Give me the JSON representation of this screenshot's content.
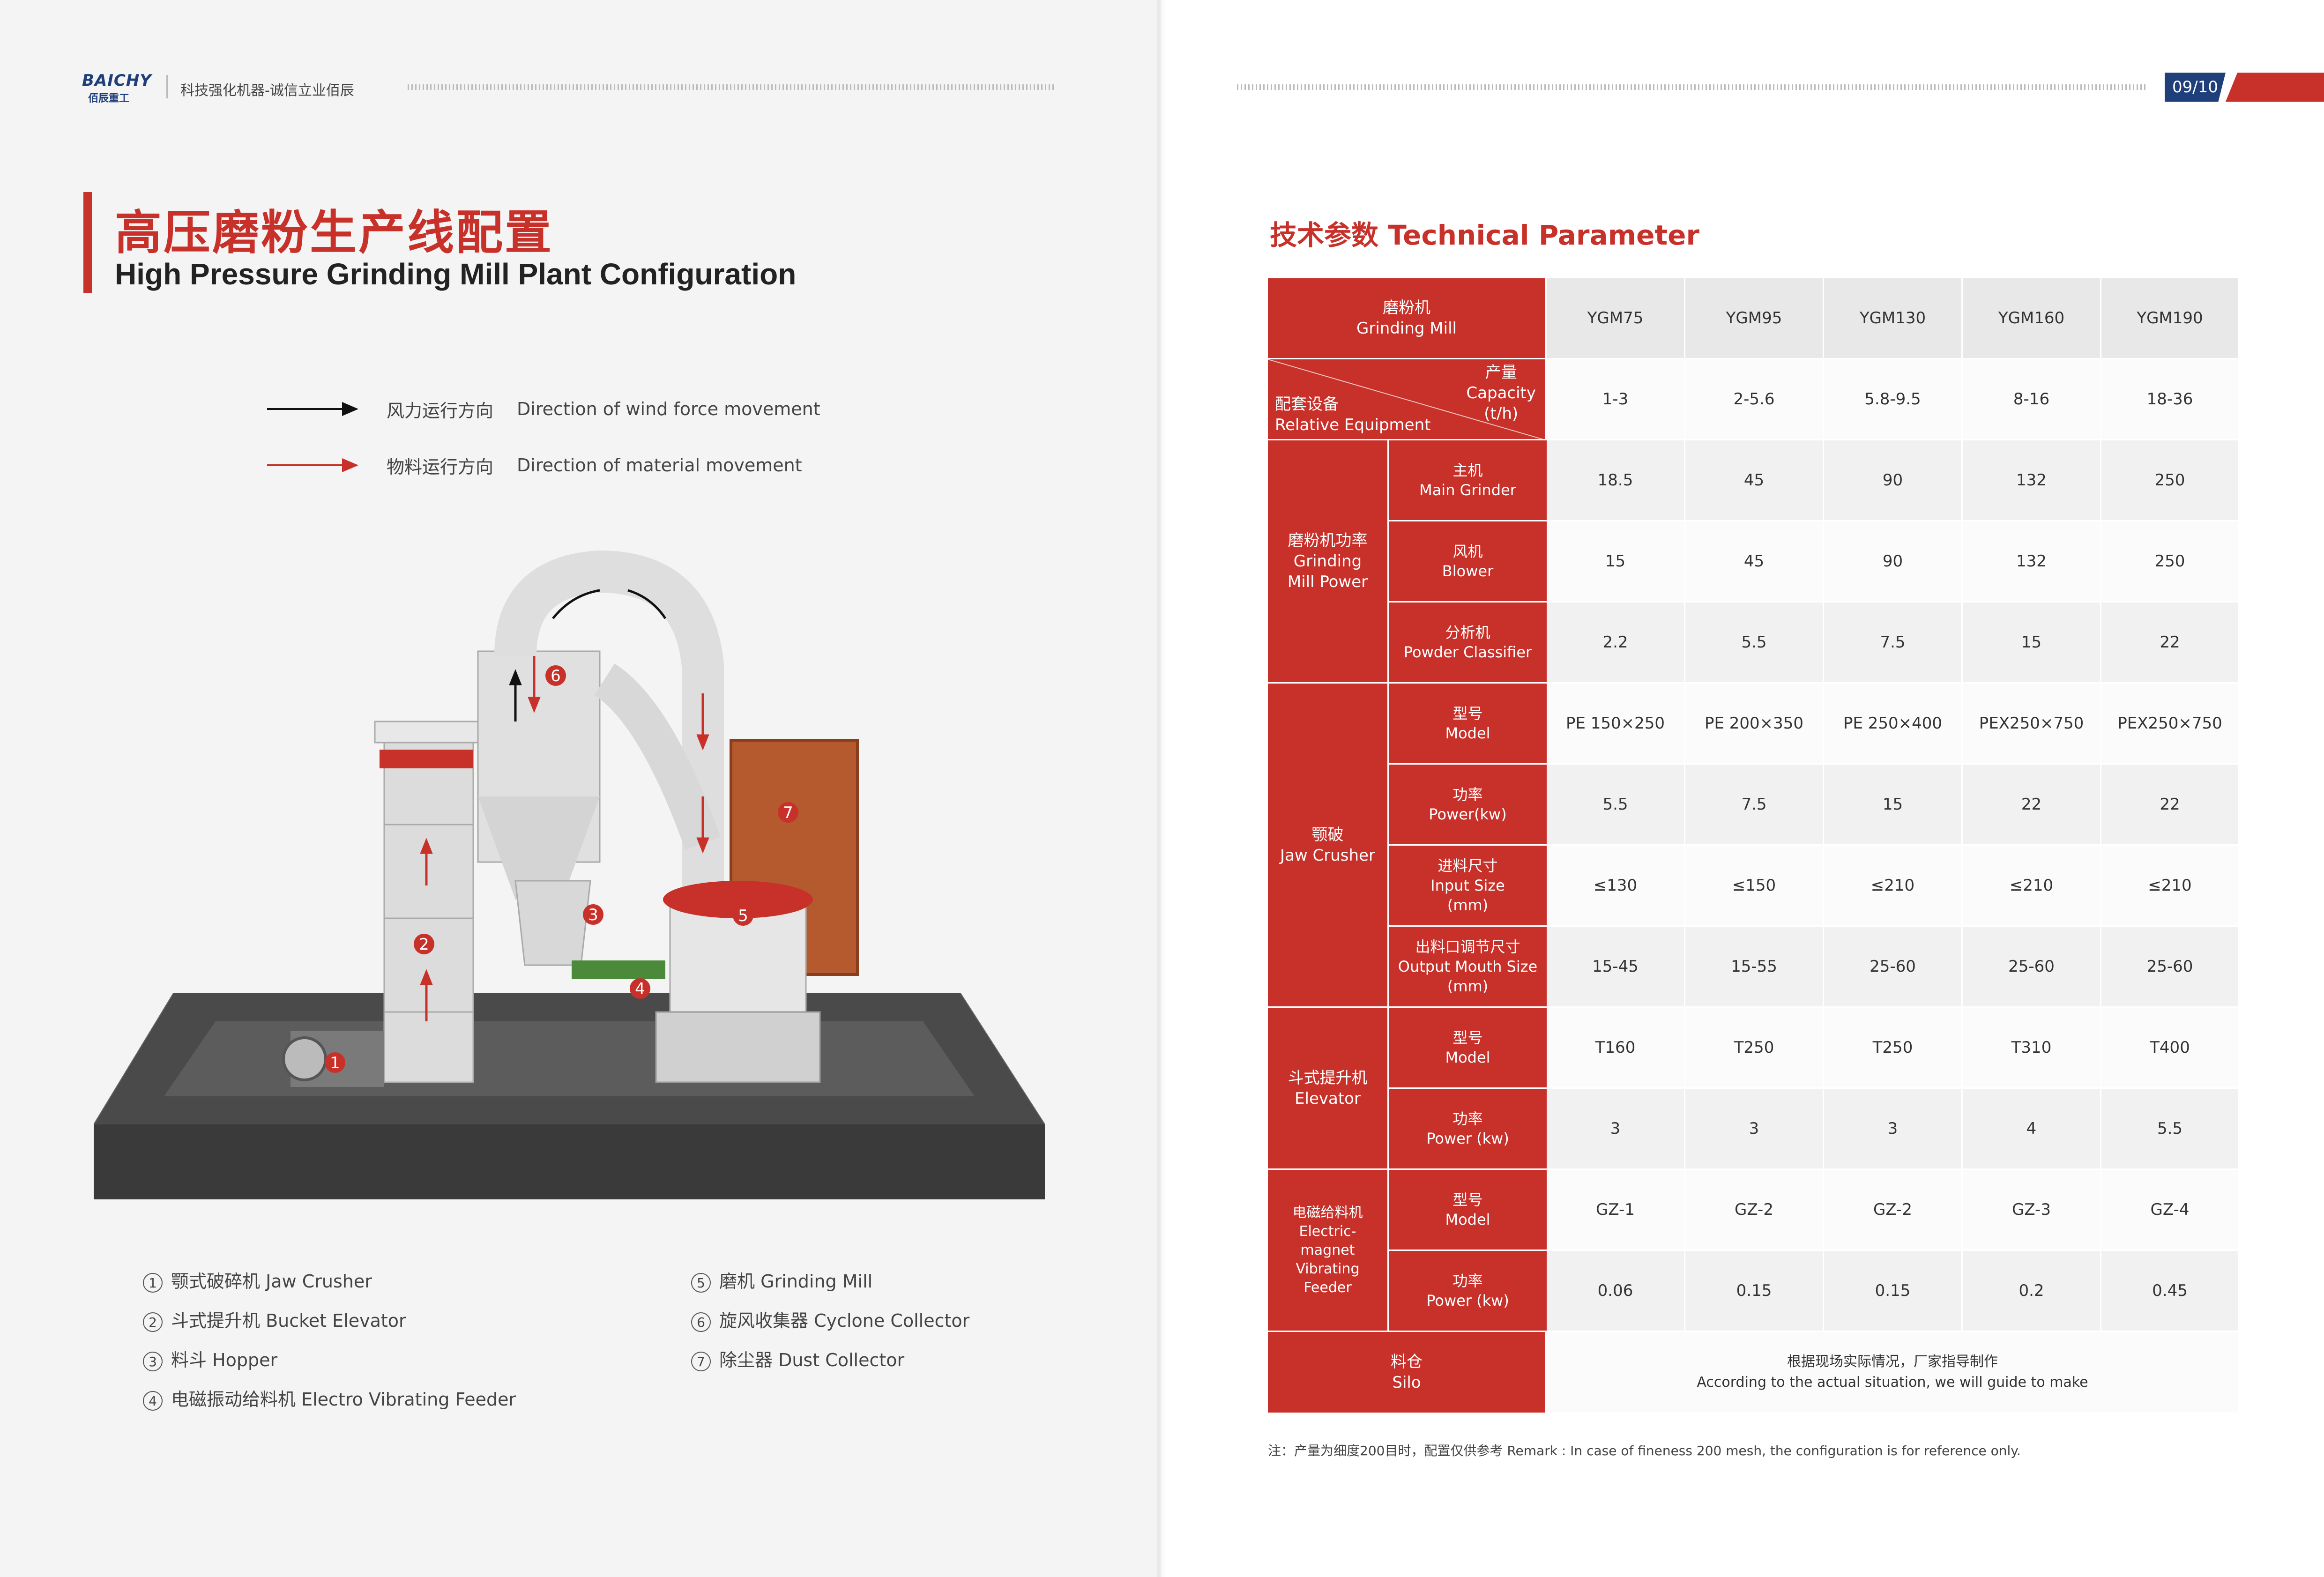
{
  "header": {
    "logo_text": "BAICHY",
    "logo_sub": "佰辰重工",
    "slogan": "科技强化机器-诚信立业佰辰",
    "page_number": "09/10"
  },
  "left": {
    "title_cn": "高压磨粉生产线配置",
    "title_en": "High Pressure Grinding Mill Plant Configuration",
    "legend": [
      {
        "cn": "风力运行方向",
        "en": "Direction  of  wind  force  movement",
        "color": "#111111"
      },
      {
        "cn": "物料运行方向",
        "en": "Direction  of  material  movement",
        "color": "#c8302a"
      }
    ],
    "parts": [
      {
        "num": "1",
        "label": "颚式破碎机 Jaw Crusher"
      },
      {
        "num": "2",
        "label": "斗式提升机 Bucket Elevator"
      },
      {
        "num": "3",
        "label": "料斗 Hopper"
      },
      {
        "num": "4",
        "label": "电磁振动给料机 Electro Vibrating Feeder"
      },
      {
        "num": "5",
        "label": "磨机 Grinding Mill"
      },
      {
        "num": "6",
        "label": "旋风收集器 Cyclone Collector"
      },
      {
        "num": "7",
        "label": "除尘器 Dust Collector"
      }
    ]
  },
  "right": {
    "title": "技术参数  Technical Parameter",
    "table": {
      "mill_label": "磨粉机\nGrinding  Mill",
      "models": [
        "YGM75",
        "YGM95",
        "YGM130",
        "YGM160",
        "YGM190"
      ],
      "equip_label": "配套设备\nRelative Equipment",
      "capacity_label": "产量\nCapacity\n(t/h)",
      "capacity": [
        "1-3",
        "2-5.6",
        "5.8-9.5",
        "8-16",
        "18-36"
      ],
      "power_group": "磨粉机功率\nGrinding\nMill Power",
      "power_rows": [
        {
          "label": "主机\nMain Grinder",
          "values": [
            "18.5",
            "45",
            "90",
            "132",
            "250"
          ]
        },
        {
          "label": "风机\nBlower",
          "values": [
            "15",
            "45",
            "90",
            "132",
            "250"
          ]
        },
        {
          "label": "分析机\nPowder Classifier",
          "values": [
            "2.2",
            "5.5",
            "7.5",
            "15",
            "22"
          ]
        }
      ],
      "jaw_group": "颚破\nJaw Crusher",
      "jaw_rows": [
        {
          "label": "型号\nModel",
          "values": [
            "PE 150×250",
            "PE 200×350",
            "PE 250×400",
            "PEX250×750",
            "PEX250×750"
          ]
        },
        {
          "label": "功率\nPower(kw)",
          "values": [
            "5.5",
            "7.5",
            "15",
            "22",
            "22"
          ]
        },
        {
          "label": "进料尺寸\nInput Size\n(mm)",
          "values": [
            "≤130",
            "≤150",
            "≤210",
            "≤210",
            "≤210"
          ]
        },
        {
          "label": "出料口调节尺寸\nOutput Mouth Size\n(mm)",
          "values": [
            "15-45",
            "15-55",
            "25-60",
            "25-60",
            "25-60"
          ]
        }
      ],
      "elev_group": "斗式提升机\nElevator",
      "elev_rows": [
        {
          "label": "型号\nModel",
          "values": [
            "T160",
            "T250",
            "T250",
            "T310",
            "T400"
          ]
        },
        {
          "label": "功率\nPower (kw)",
          "values": [
            "3",
            "3",
            "3",
            "4",
            "5.5"
          ]
        }
      ],
      "feeder_group": "电磁给料机\nElectric-\nmagnet\nVibrating\nFeeder",
      "feeder_rows": [
        {
          "label": "型号\nModel",
          "values": [
            "GZ-1",
            "GZ-2",
            "GZ-2",
            "GZ-3",
            "GZ-4"
          ]
        },
        {
          "label": "功率\nPower (kw)",
          "values": [
            "0.06",
            "0.15",
            "0.15",
            "0.2",
            "0.45"
          ]
        }
      ],
      "silo_label": "料仓\nSilo",
      "silo_value": "根据现场实际情况，厂家指导制作\nAccording to the actual situation, we will guide to make"
    },
    "remark": "注：产量为细度200目时，配置仅供参考  Remark : In case of fineness 200 mesh, the configuration is for reference only."
  },
  "colors": {
    "accent": "#c8302a",
    "brand": "#1e3f7a"
  }
}
